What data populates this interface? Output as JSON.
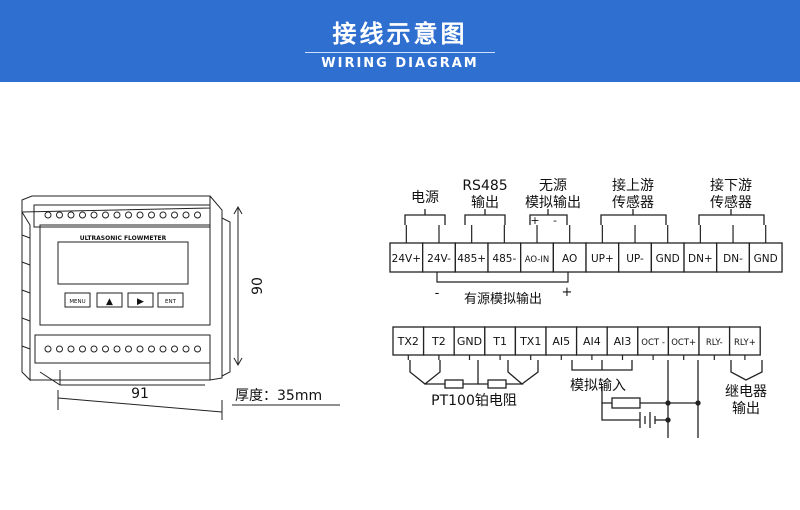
{
  "header": {
    "title": "接线示意图",
    "subtitle": "WIRING DIAGRAM",
    "background_color": "#2f6fd0"
  },
  "device": {
    "model_text": "ULTRASONIC FLOWMETER",
    "buttons": [
      "MENU",
      "▲",
      "▶",
      "ENT"
    ],
    "height_dim": "90",
    "width_dim": "91",
    "thickness": "厚度：35mm"
  },
  "top_row": {
    "terminals": [
      "24V+",
      "24V-",
      "485+",
      "485-",
      "AO-IN",
      "AO",
      "UP+",
      "UP-",
      "GND",
      "DN+",
      "DN-",
      "GND"
    ],
    "groups": [
      {
        "label": "电源"
      },
      {
        "label": "RS485",
        "label2": "输出"
      },
      {
        "label": "无源",
        "label2": "模拟输出"
      },
      {
        "label": "接上游",
        "label2": "传感器"
      },
      {
        "label": "接下游",
        "label2": "传感器"
      }
    ],
    "ao_plus": "+",
    "ao_minus": "-",
    "active_output": "有源模拟输出",
    "active_minus": "-",
    "active_plus": "+"
  },
  "bottom_row": {
    "terminals": [
      "TX2",
      "T2",
      "GND",
      "T1",
      "TX1",
      "AI5",
      "AI4",
      "AI3",
      "OCT -",
      "OCT+",
      "RLY-",
      "RLY+"
    ],
    "pt100_label": "PT100铂电阻",
    "analog_input_label": "模拟输入",
    "relay_label": "继电器",
    "relay_label2": "输出"
  }
}
